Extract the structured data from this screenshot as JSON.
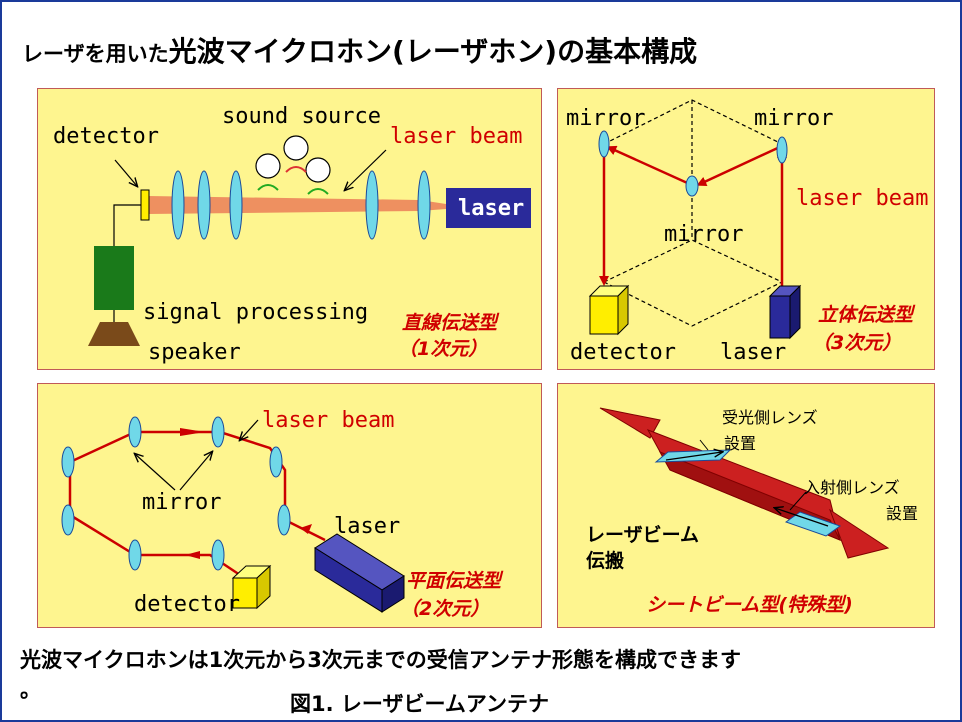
{
  "title": {
    "prefix": "レーザを用いた",
    "main": "光波マイクロホン(レーザホン)の基本構成"
  },
  "panel1": {
    "detector": "detector",
    "sound_source": "sound source",
    "laser_beam": "laser beam",
    "laser": "laser",
    "signal_processing": "signal processing",
    "speaker": "speaker",
    "type_name": "直線伝送型",
    "type_dim": "（1次元）"
  },
  "panel2": {
    "mirror_left": "mirror",
    "mirror_right": "mirror",
    "mirror_center": "mirror",
    "laser_beam": "laser beam",
    "detector": "detector",
    "laser": "laser",
    "type_name": "立体伝送型",
    "type_dim": "（3次元）"
  },
  "panel3": {
    "laser_beam": "laser beam",
    "mirror": "mirror",
    "laser": "laser",
    "detector": "detector",
    "type_name": "平面伝送型",
    "type_dim": "（2次元）"
  },
  "panel4": {
    "receive_lens_1": "受光側レンズ",
    "receive_lens_2": "設置",
    "incident_lens_1": "入射側レンズ",
    "incident_lens_2": "設置",
    "beam_label_1": "レーザビーム",
    "beam_label_2": "伝搬",
    "type_name": "シートビーム型(特殊型)"
  },
  "footer": {
    "line1": "光波マイクロホンは1次元から3次元までの受信アンテナ形態を構成できます",
    "line2": "。",
    "caption": "図1. レーザビームアンテナ"
  },
  "colors": {
    "panel_bg": "#fef58f",
    "beam_red": "#cc0000",
    "beam_orange": "#ee9060",
    "lens_cyan": "#70d8e8",
    "laser_blue": "#2a2a9a",
    "detector_yellow": "#ffee00"
  }
}
